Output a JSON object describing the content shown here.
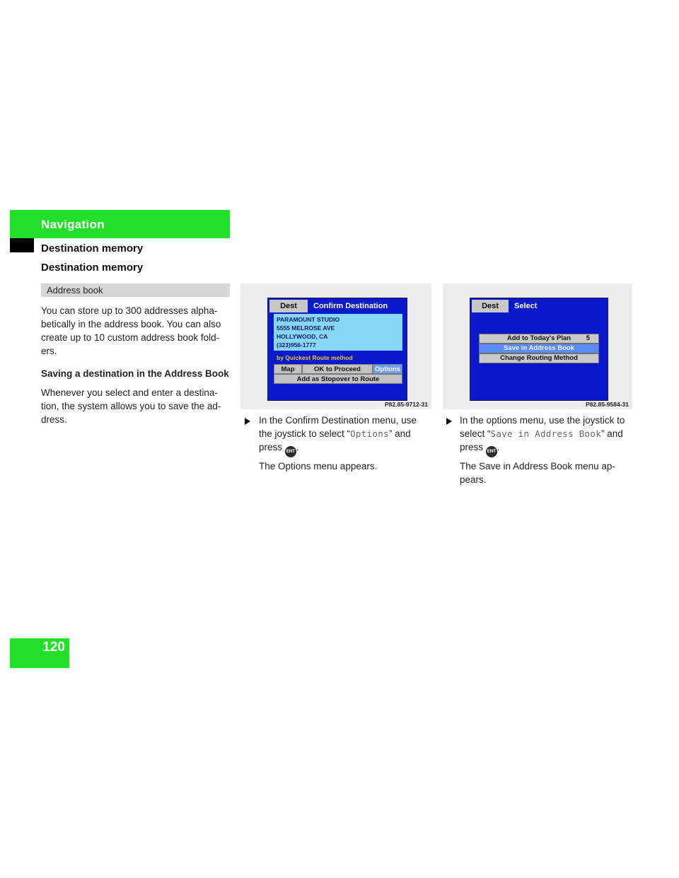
{
  "header": {
    "section": "Navigation",
    "subheading": "Destination memory",
    "heading": "Destination memory"
  },
  "intro": {
    "box_label": "Address book",
    "paragraph": "You can store up to 300 addresses alpha-betically in the address book. You can also create up to 10 custom address book fold-ers.",
    "subtitle": "Saving a destination in the Address Book",
    "paragraph2": "Whenever you select and enter a destina-tion, the system allows you to save the ad-dress."
  },
  "screen1": {
    "tab": "Dest",
    "title": "Confirm Destination",
    "address_lines": [
      "PARAMOUNT STUDIO",
      "5555 MELROSE AVE",
      "HOLLYWOOD, CA",
      "(323)956-1777"
    ],
    "method": "by Quickest Route method",
    "buttons": [
      "Map",
      "OK to Proceed",
      "Options"
    ],
    "wide_button": "Add as Stopover to Route",
    "code": "P82.85-9712-31"
  },
  "screen2": {
    "tab": "Dest",
    "title": "Select",
    "menu": [
      {
        "label": "Add to Today's Plan",
        "badge": "5"
      },
      {
        "label": "Save in Address Book"
      },
      {
        "label": "Change Routing Method"
      }
    ],
    "code": "P82.85-9584-31"
  },
  "step1": {
    "pre": "In the Confirm Destination menu, use the joystick to select “",
    "code": "Options",
    "post": "” and press",
    "end": ".",
    "result": "The Options menu appears."
  },
  "step2": {
    "pre": "In the options menu, use the joystick to select “",
    "code": "Save in Address Book",
    "post": "” and press",
    "end": ".",
    "result": "The Save in Address Book menu ap-pears."
  },
  "icons": {
    "ent": "ENT"
  },
  "footer": {
    "page": "120"
  },
  "colors": {
    "accent": "#22e02a",
    "screen_blue": "#0a1acb"
  }
}
